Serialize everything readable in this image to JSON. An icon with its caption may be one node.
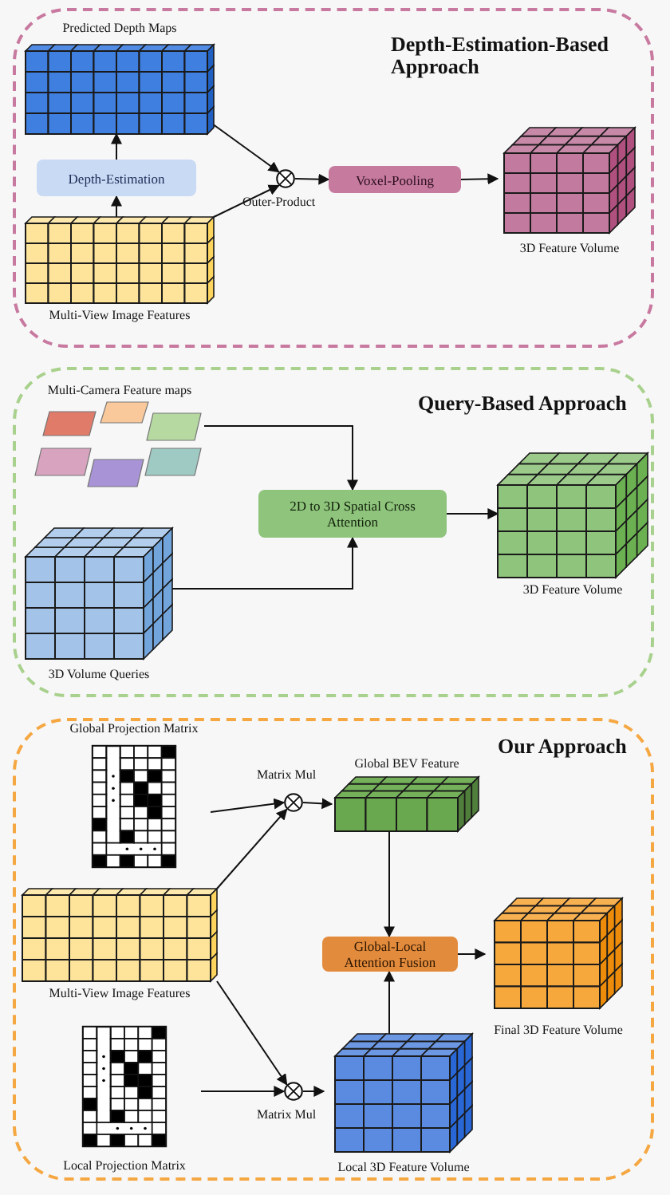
{
  "diagram": {
    "nodes": [
      {
        "text": [
          "Depth-Estimation-Based Approach"
        ]
      },
      {
        "text": [
          "Predicted Depth Maps"
        ],
        "in": 0
      },
      {
        "text": [
          "Depth-Estimation"
        ],
        "in": 0
      },
      {
        "text": [
          "Multi-View Image Features"
        ],
        "in": 0
      },
      {
        "text": [],
        "shape": "circle",
        "beside": [
          "Outer-Product"
        ],
        "in": 0
      },
      {
        "text": [
          "Voxel-Pooling"
        ],
        "in": 0
      },
      {
        "text": [
          "3D Feature Volume"
        ],
        "in": 0
      },
      {
        "text": [
          "Query-Based Approach"
        ]
      },
      {
        "text": [
          "Multi-Camera Feature maps"
        ],
        "in": 7
      },
      {
        "text": [
          "2D to 3D Spatial Cross Attention"
        ],
        "in": 7
      },
      {
        "text": [
          "3D Volume Queries"
        ],
        "in": 7
      },
      {
        "text": [
          "3D Feature Volume"
        ],
        "in": 7
      },
      {
        "text": [
          "Our Approach"
        ]
      },
      {
        "text": [
          "Global Projection Matrix"
        ],
        "in": 12
      },
      {
        "text": [],
        "shape": "circle",
        "beside": [
          "Matrix Mul"
        ],
        "in": 12
      },
      {
        "text": [
          "Global BEV Feature"
        ],
        "in": 12
      },
      {
        "text": [
          "Multi-View Image Features"
        ],
        "in": 12
      },
      {
        "text": [
          "Global-Local Attention Fusion"
        ],
        "in": 12
      },
      {
        "text": [
          "Final 3D Feature Volume"
        ],
        "in": 12
      },
      {
        "text": [
          "Local Projection Matrix"
        ],
        "in": 12
      },
      {
        "text": [],
        "shape": "circle",
        "beside": [
          "Matrix Mul"
        ],
        "in": 12
      },
      {
        "text": [
          "Local 3D Feature Volume"
        ],
        "in": 12
      }
    ],
    "edges": [
      {
        "from": 3,
        "to": 2,
        "arrow": "to"
      },
      {
        "from": 2,
        "to": 1,
        "arrow": "to"
      },
      {
        "from": 1,
        "to": 4,
        "arrow": "to"
      },
      {
        "from": 3,
        "to": 4,
        "arrow": "to"
      },
      {
        "from": 4,
        "to": 5,
        "arrow": "to"
      },
      {
        "from": 5,
        "to": 6,
        "arrow": "to"
      },
      {
        "from": 8,
        "to": 9,
        "arrow": "to"
      },
      {
        "from": 10,
        "to": 9,
        "arrow": "to"
      },
      {
        "from": 9,
        "to": 11,
        "arrow": "to"
      },
      {
        "from": 13,
        "to": 14,
        "arrow": "to"
      },
      {
        "from": 16,
        "to": 14,
        "arrow": "to"
      },
      {
        "from": 14,
        "to": 15,
        "arrow": "to"
      },
      {
        "from": 15,
        "to": 17,
        "arrow": "to"
      },
      {
        "from": 16,
        "to": 20,
        "arrow": "to"
      },
      {
        "from": 19,
        "to": 20,
        "arrow": "to"
      },
      {
        "from": 20,
        "to": 21,
        "arrow": "to"
      },
      {
        "from": 21,
        "to": 17,
        "arrow": "to"
      },
      {
        "from": 17,
        "to": 18,
        "arrow": "to"
      }
    ]
  }
}
